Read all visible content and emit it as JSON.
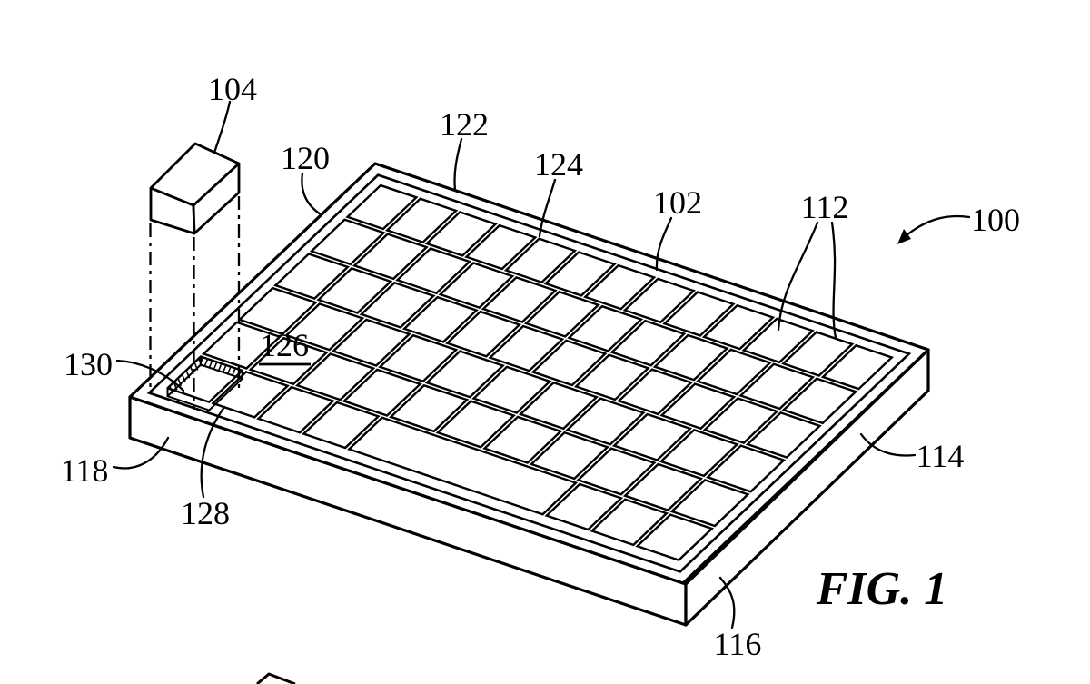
{
  "figure": {
    "caption": "FIG. 1"
  },
  "labels": {
    "100": "100",
    "102": "102",
    "104": "104",
    "112": "112",
    "114": "114",
    "116": "116",
    "118": "118",
    "120": "120",
    "122": "122",
    "124": "124",
    "126": "126",
    "128": "128",
    "130": "130"
  }
}
